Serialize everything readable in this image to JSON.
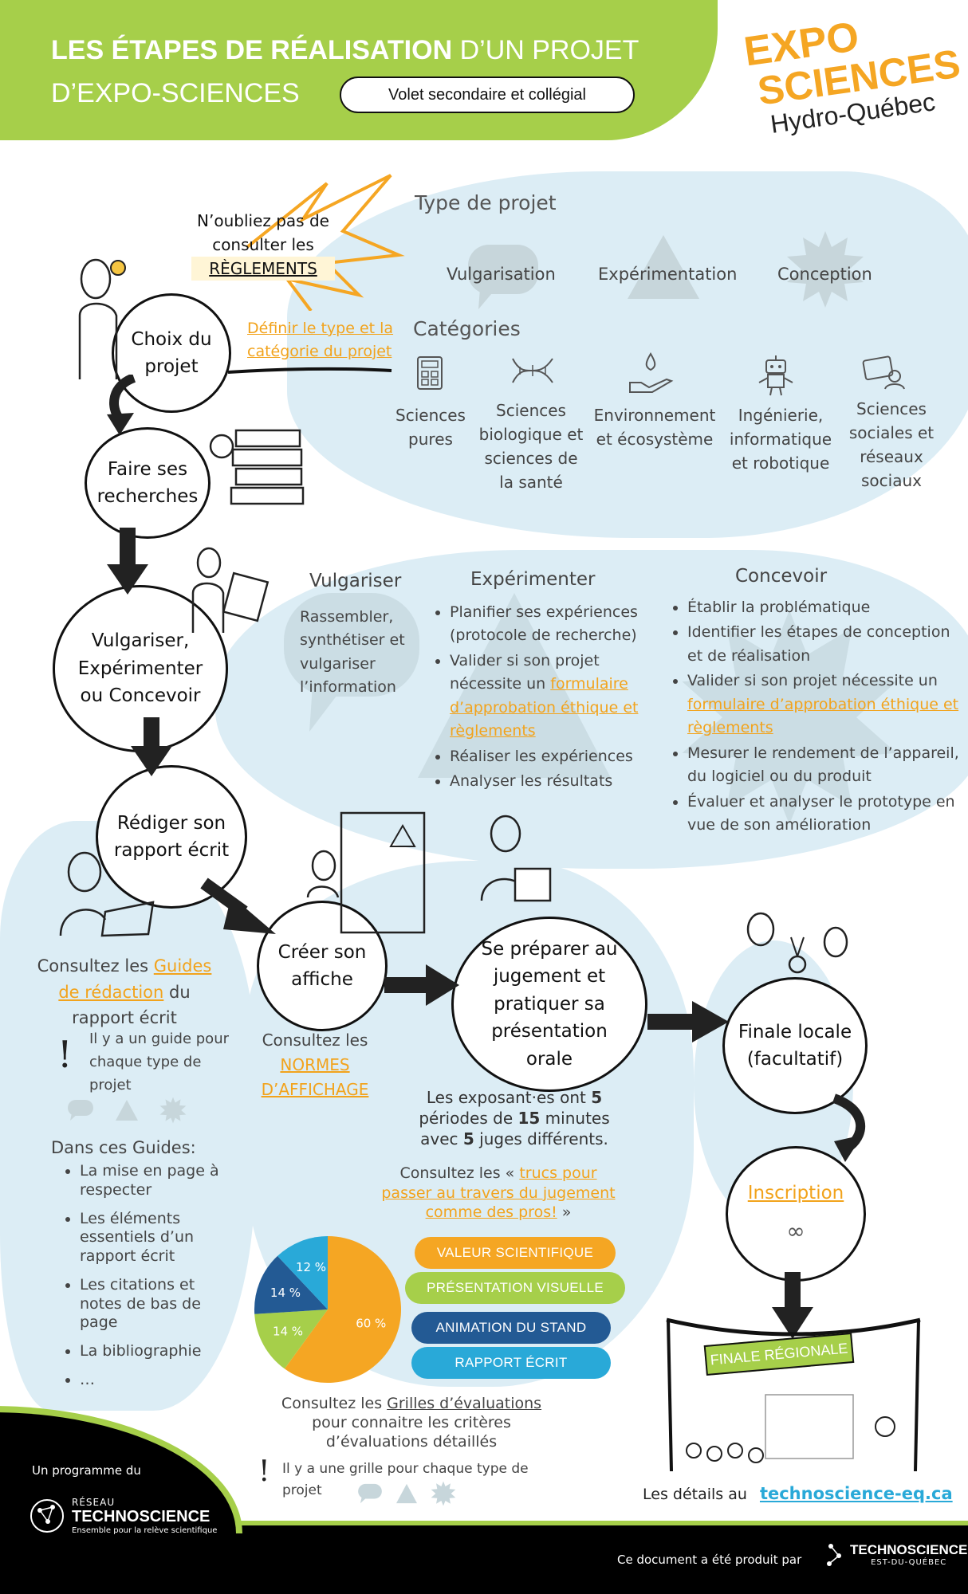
{
  "header": {
    "title_bold": "LES ÉTAPES DE RÉALISATION",
    "title_rest": " D’UN PROJET",
    "title_line2": "D’EXPO-SCIENCES",
    "badge": "Volet secondaire et collégial",
    "colors": {
      "green": "#a6cf4a",
      "orange": "#f5a623",
      "dark_blue": "#235a94",
      "light_blue": "#29a9d8",
      "blob": "#dcedf5"
    }
  },
  "logo": {
    "line1": "EXPO",
    "line2": "SCIENCES",
    "line3": "Hydro-Québec"
  },
  "reminder": {
    "line1": "N’oubliez pas de",
    "line2": "consulter les",
    "link": "RÈGLEMENTS"
  },
  "project_type": {
    "title": "Type de projet",
    "types": [
      "Vulgarisation",
      "Expérimentation",
      "Conception"
    ]
  },
  "categories": {
    "title": "Catégories",
    "items": [
      {
        "label": "Sciences pures",
        "icon": "calculator-icon"
      },
      {
        "label": "Sciences biologique et sciences de la santé",
        "icon": "dna-icon"
      },
      {
        "label": "Environnement et écosystème",
        "icon": "hand-drop-icon"
      },
      {
        "label": "Ingénierie, informatique et robotique",
        "icon": "robot-icon"
      },
      {
        "label": "Sciences sociales et réseaux sociaux",
        "icon": "social-icon"
      }
    ]
  },
  "steps": {
    "choose": "Choix du projet",
    "choose_link": "Définir le type et la catégorie du projet",
    "research": "Faire ses recherches",
    "do": "Vulgariser, Expérimenter ou Concevoir",
    "write": "Rédiger son rapport écrit",
    "poster": "Créer son affiche",
    "prepare": "Se préparer au jugement et pratiquer sa présentation orale",
    "local": "Finale locale (facultatif)",
    "register": "Inscription",
    "regional": "FINALE RÉGIONALE"
  },
  "methods": {
    "vulgariser": {
      "title": "Vulgariser",
      "text": "Rassembler, synthétiser et vulgariser l’information"
    },
    "experimenter": {
      "title": "Expérimenter",
      "items": [
        "Planifier ses expériences (protocole de recherche)",
        "Valider si son projet nécessite un ",
        "Réaliser les expériences",
        "Analyser les résultats"
      ],
      "link": "formulaire d’approbation éthique et règlements"
    },
    "concevoir": {
      "title": "Concevoir",
      "items": [
        "Établir la problématique",
        "Identifier les étapes de conception et de réalisation",
        "Valider si son projet nécessite un ",
        "Mesurer le rendement de l’appareil, du logiciel ou du produit",
        "Évaluer et analyser le prototype en vue de son amélioration"
      ],
      "link": "formulaire d’approbation éthique et règlements"
    }
  },
  "guides": {
    "pre": "Consultez les ",
    "link": "Guides de rédaction",
    "post": " du rapport écrit",
    "note": "Il y a un guide pour chaque type de projet",
    "list_title": "Dans ces Guides:",
    "list": [
      "La mise en page à respecter",
      "Les éléments essentiels d’un rapport écrit",
      "Les citations et notes de bas de page",
      "La bibliographie",
      "…"
    ]
  },
  "poster_note": {
    "pre": "Consultez les",
    "link": "NORMES D’AFFICHAGE"
  },
  "judging": {
    "p1": "Les exposant·es ont ",
    "n1": "5",
    "p2": " périodes de ",
    "n2": "15",
    "p3": " minutes avec ",
    "n3": "5",
    "p4": " juges différents.",
    "tips_pre": "Consultez les « ",
    "tips_link": "trucs pour passer au travers du jugement comme des pros!",
    "tips_post": " »"
  },
  "chart_data": {
    "type": "pie",
    "categories": [
      "VALEUR SCIENTIFIQUE",
      "PRÉSENTATION VISUELLE",
      "ANIMATION DU STAND",
      "RAPPORT ÉCRIT"
    ],
    "values": [
      60,
      14,
      14,
      12
    ],
    "labels": [
      "60 %",
      "14 %",
      "14 %",
      "12 %"
    ],
    "colors": [
      "#f5a623",
      "#a6cf4a",
      "#235a94",
      "#29a9d8"
    ]
  },
  "grids": {
    "pre": "Consultez les ",
    "link": "Grilles d’évaluations",
    "post": " pour connaitre les critères d’évaluations détaillés",
    "note": "Il y a une grille pour chaque type de projet"
  },
  "details": {
    "text": "Les détails au",
    "link": "technoscience-eq.ca"
  },
  "footer": {
    "program": "Un programme du",
    "reseau": "RÉSEAU",
    "techno": "TECHNOSCIENCE",
    "tagline": "Ensemble pour la relève scientifique",
    "produced": "Ce document a été produit par",
    "est": "EST-DU-QUÉBEC"
  }
}
